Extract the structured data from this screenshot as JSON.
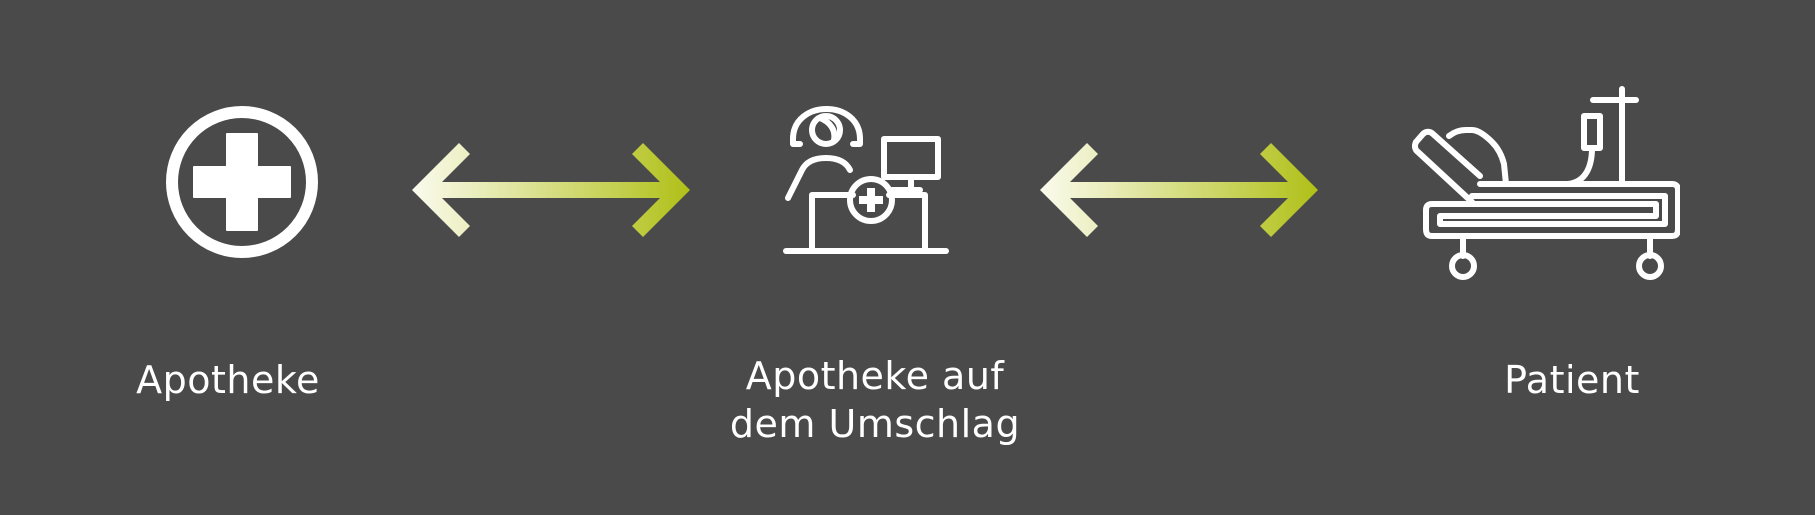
{
  "colors": {
    "background": "#4a4a4a",
    "icon_stroke": "#ffffff",
    "arrow_gradient_start": "#fbfbee",
    "arrow_gradient_end": "#b0c017",
    "label_text": "#ffffff"
  },
  "nodes": [
    {
      "label": "Apotheke",
      "icon": "pharmacy-cross-icon"
    },
    {
      "label_line1": "Apotheke auf",
      "label_line2": "dem Umschlag",
      "icon": "pharmacist-at-counter-icon"
    },
    {
      "label": "Patient",
      "icon": "hospital-bed-icon"
    }
  ],
  "connectors": [
    {
      "type": "bidirectional-arrow",
      "from": "Apotheke",
      "to": "Apotheke auf dem Umschlag"
    },
    {
      "type": "bidirectional-arrow",
      "from": "Apotheke auf dem Umschlag",
      "to": "Patient"
    }
  ]
}
